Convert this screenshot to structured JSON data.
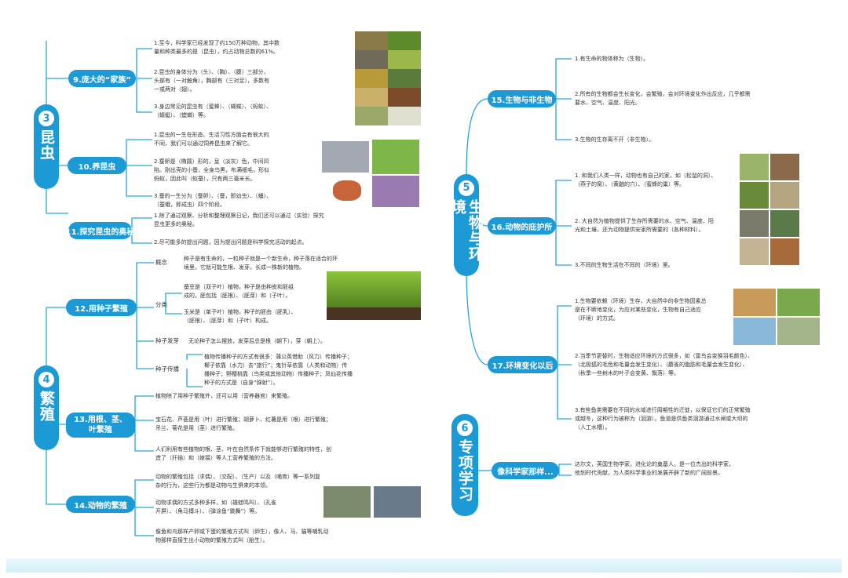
{
  "colors": {
    "accent": "#1b9ad6",
    "connector": "#2aa3dd",
    "text": "#333333"
  },
  "units": {
    "u3": {
      "number": "3",
      "title": "昆虫"
    },
    "u4": {
      "number": "4",
      "title": "繁殖"
    },
    "u5": {
      "number": "5",
      "title": "生物与环境"
    },
    "u6": {
      "number": "6",
      "title": "专项学习"
    }
  },
  "lessons": {
    "l9": "9.庞大的“家族”",
    "l10": "10.养昆虫",
    "l11": "11.探究昆虫的奥秘",
    "l12": "12.用种子繁殖",
    "l13a": "13.用根、茎、",
    "l13b": "叶繁殖",
    "l14": "14.动物的繁殖",
    "l15": "15.生物与非生物",
    "l16": "16.动物的庇护所",
    "l17": "17.环境变化以后",
    "l18": "像科学家那样..."
  },
  "notes": {
    "n9_1": [
      "1.至今，科学家已经发现了约150万种动物，其中数",
      "量和种类最多的是（昆虫），约占动物总数的61%。"
    ],
    "n9_2": [
      "2.昆虫的身体分为（头）、（胸）、（腹）三部分，",
      "头部有（一对触角），胸部有（三对足），多数有",
      "一或两对（翅）。"
    ],
    "n9_3": [
      "3.身边常见的昆虫有（蜜蜂）、（蝴蝶）、（蚂蚁）、",
      "（蜻蜓）、（螳螂）等。"
    ],
    "n10_1": [
      "1.昆虫的一生在形态、生活习性方面会有很大的",
      "不同，我们可以通过饲养昆虫来了解它。"
    ],
    "n10_2": [
      "2.蚕卵是（椭圆）形的，呈（淡灰）色，中间凹",
      "陷。刚出壳的小蚕，全身乌黑，布满细毛，形似",
      "蚂蚁，因此叫（蚁蚕），只有两三毫米长。"
    ],
    "n10_3": [
      "3.蚕的一生分为（蚕卵）、（蚕，即幼虫）、（蛹）、",
      "（蚕蛾，即成虫）四个阶段。"
    ],
    "n11_1": [
      "1.除了通过观察、分析和整理观察日记，我们还可以通过（实验）探究",
      "昆虫更多的奥秘。"
    ],
    "n11_2": [
      "2.尽可能多的提出问题，因为提出问题是科学探究活动的起点。"
    ],
    "tag_concept": "概念",
    "n12_concept": [
      "种子是有生命的，一粒种子就是一个新生命，种子落在适合的环",
      "境里，它就可能生根、发芽，长成一株新的植物。"
    ],
    "tag_classify": "分类",
    "n12_dicot": [
      "蚕豆是（双子叶）植物，种子是由种皮和胚组",
      "成的，胚包括（胚根）、（胚芽）和（子叶）。"
    ],
    "n12_monocot": [
      "玉米是（单子叶）植物，种子的胚由（胚乳）、",
      "（胚根）、（胚芽）和（子叶）构成。"
    ],
    "tag_sprout": "种子发芽",
    "n12_sprout": "无论种子怎么摆放，发芽后总是根（朝下），芽（朝上）。",
    "tag_spread": "种子传播",
    "n12_spread": [
      "植物传播种子的方式有很多：蒲公英借助（风力）传播种子；",
      "椰子依靠（水力）去“旅行”；鬼针草依靠（人类和动物）传",
      "播种子；野樱桃靠（鸟类或其他动物）传播种子；凤仙花传播",
      "种子的方式是（自身“弹射”）。"
    ],
    "n13_1": "植物除了用种子繁殖外，还可以用（营养器官）来繁殖。",
    "n13_2": [
      "宝石花、芦荟是用（叶）进行繁殖；胡萝卜、红薯是用（根）进行繁殖；",
      "吊兰、菊花是用（茎）进行繁殖。"
    ],
    "n13_3": [
      "人们利用有些植物的根、茎、叶在自然条件下就能够进行繁殖的特性，创",
      "造了（扦插）和（嫁接）等人工营养繁殖的方法。"
    ],
    "n14_1": [
      "动物的繁殖包括（求偶）、（交配）、（生产）以及（哺育）等一系列复",
      "杂的行为，这些行为都是动物与生俱来的本领。"
    ],
    "n14_2": [
      "动物求偶的方式多种多样，如（雄蛙鸣叫）、（孔雀",
      "开屏）、（角马搏斗）、（弹涂鱼“跳舞”）等。"
    ],
    "n14_3": [
      "像鱼和鸟那样产卵或下蛋的繁殖方式叫（卵生），像人、马、猫等哺乳动",
      "物那样直接生出小动物的繁殖方式叫（胎生）。"
    ],
    "n15_1": "1.有生命的物体称为（生物）。",
    "n15_2": [
      "2.所有的生物都会生长变化，会繁殖，会对环境变化作出反应，几乎都需",
      "要水、空气、温度、阳光。"
    ],
    "n15_3": "3.生物的生存离不开（非生物）。",
    "n16_1": [
      "1. 和我们人类一样，动物也有自己的家，如（松鼠的洞）、",
      "（燕子的窝）、（黄鼬的穴）、（蜜蜂的巢）等。"
    ],
    "n16_2": [
      "2. 大自然为植物提供了生存所需要的水、空气、温度、阳",
      "光和土壤，还为动物提供安家所需要的（各种材料）。"
    ],
    "n16_3": "3.不同的生物生活在不同的（环境）里。",
    "n17_1": [
      "1.生物要依赖（环境）生存，大自然中的非生物因素总",
      "是在不断地变化，为应对某些变化，生物有自己适应",
      "（环境）的方式。"
    ],
    "n17_2": [
      "2.当季节更替时，生物适应环境的方式很多，如（雷鸟会变换羽毛颜色）、",
      "（北极狐的毛色和毛量会发生变化）、（麝雀的脂肪和毛量会发生变化）、",
      "（秋季一些树木的叶子会变黄、飘落）等。"
    ],
    "n17_3": [
      "3.有些鱼类需要在不同的水域进行周期性的迁徙，以保证它们的正常繁殖",
      "或越冬，这种行为被称为（洄游）。鱼道是供鱼类洄游通过水闸或大坝的",
      "（人工水槽）。"
    ],
    "n18_1": [
      "达尔文，英国生物学家，进化论的奠基人。是一位杰出的科学家，",
      "他划时代贡献，为人类科学事业的发展开辟了新的广阔前景。"
    ]
  }
}
